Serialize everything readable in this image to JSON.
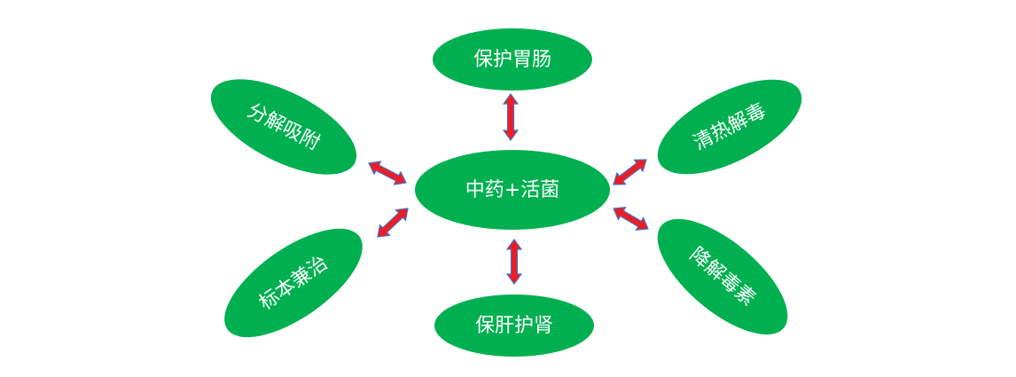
{
  "diagram": {
    "center": {
      "label": "中药+活菌"
    },
    "nodes": {
      "top": {
        "label": "保护胃肠"
      },
      "bottom": {
        "label": "保肝护肾"
      },
      "upper_left": {
        "label": "分解吸附"
      },
      "lower_left": {
        "label": "标本兼治"
      },
      "upper_right": {
        "label": "清热解毒"
      },
      "lower_right": {
        "label": "降解毒素"
      }
    },
    "colors": {
      "node_fill": "#00B050",
      "label_text": "#FFFFFF",
      "arrow_fill": "#EE1C25",
      "arrow_outline": "#4472C4"
    },
    "arrow_style": "double-headed"
  }
}
